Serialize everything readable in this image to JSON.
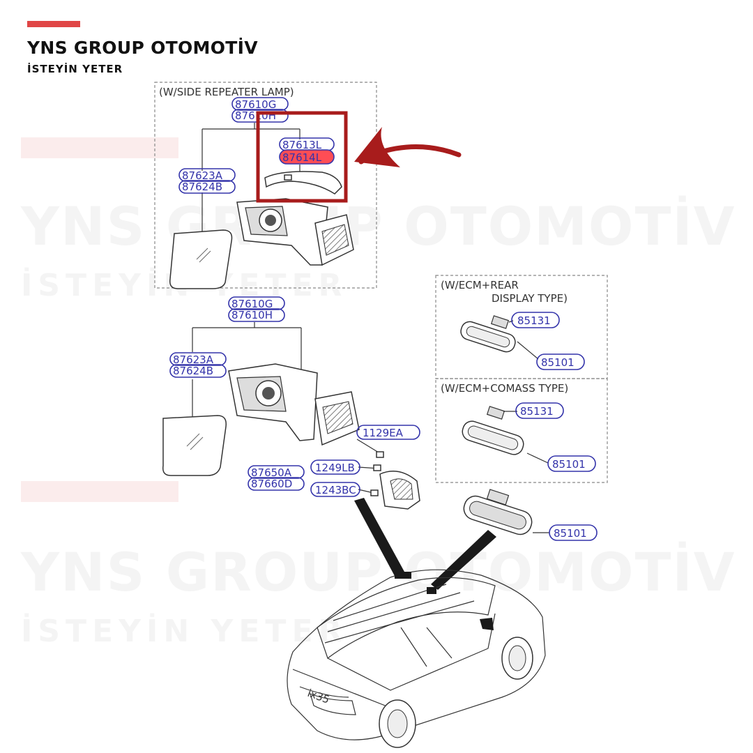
{
  "brand": {
    "name": "YNS GROUP OTOMOTİV",
    "tagline": "İSTEYİN YETER",
    "accent_color": "#e04545",
    "highlight_color": "#a81c1c"
  },
  "watermark": {
    "name": "YNS GROUP OTOMOTİV",
    "tagline": "İSTEYİN YETER"
  },
  "diagram": {
    "sections": {
      "repeater": "(W/SIDE REPEATER LAMP)",
      "ecm_rear_line1": "(W/ECM+REAR",
      "ecm_rear_line2": "DISPLAY TYPE)",
      "ecm_compass": "(W/ECM+COMASS TYPE)"
    },
    "labels": {
      "top_87610g": "87610G",
      "top_87610h": "87610H",
      "top_87613l": "87613L",
      "top_87614l": "87614L",
      "top_87623a": "87623A",
      "top_87624b": "87624B",
      "main_87610g": "87610G",
      "main_87610h": "87610H",
      "main_87623a": "87623A",
      "main_87624b": "87624B",
      "p1129ea": "1129EA",
      "p87650a": "87650A",
      "p87660d": "87660D",
      "p1249lb": "1249LB",
      "p1243bc": "1243BC",
      "rear_85131": "85131",
      "rear_85101": "85101",
      "compass_85131": "85131",
      "compass_85101": "85101",
      "base_85101": "85101"
    },
    "highlighted_part": "87614L",
    "car_badge": "ix35"
  }
}
